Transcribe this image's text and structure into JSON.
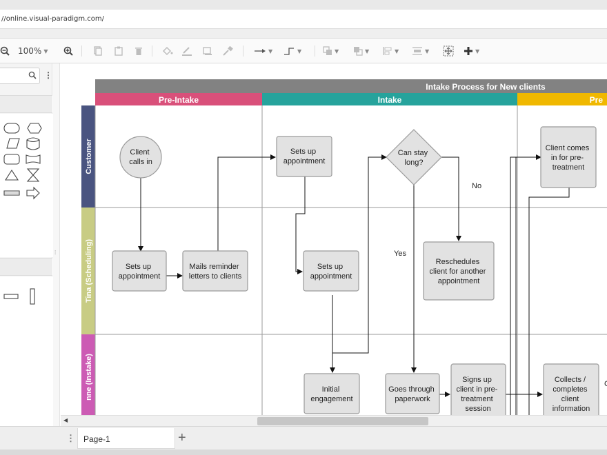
{
  "browser": {
    "url": "//online.visual-paradigm.com/"
  },
  "toolbar": {
    "zoom": "100%"
  },
  "page_tabs": [
    {
      "label": "Page-1"
    }
  ],
  "diagram": {
    "title": "Intake Process for New clients",
    "phases": [
      {
        "label": "Pre-Intake",
        "color": "#d9507a"
      },
      {
        "label": "Intake",
        "color": "#26a39c"
      },
      {
        "label": "Pre",
        "color": "#f0b800"
      }
    ],
    "lanes": [
      {
        "label": "Customer",
        "color": "#4a5480"
      },
      {
        "label": "Tina (Scheduling)",
        "color": "#c8cc84"
      },
      {
        "label": "nne (Instake)",
        "color": "#cc5bb4"
      }
    ],
    "nodes": {
      "client_calls_in": [
        "Client",
        "calls in"
      ],
      "sets_up_appt_1": [
        "Sets up",
        "appointment"
      ],
      "mails_reminder": [
        "Mails reminder",
        "letters to clients"
      ],
      "sets_up_appt_2": [
        "Sets up",
        "appointment"
      ],
      "can_stay_long": [
        "Can stay",
        "long?"
      ],
      "sets_up_appt_3": [
        "Sets up",
        "appointment"
      ],
      "reschedules": [
        "Reschedules",
        "client for another",
        "appointment"
      ],
      "initial_engagement": [
        "Initial",
        "engagement"
      ],
      "goes_through": [
        "Goes through",
        "paperwork"
      ],
      "signs_up": [
        "Signs up",
        "client in pre-",
        "treatment",
        "session"
      ],
      "client_comes": [
        "Client comes",
        "in for pre-",
        "treatment"
      ],
      "collects": [
        "Collects /",
        "completes",
        "client",
        "information"
      ]
    },
    "edge_labels": {
      "no": "No",
      "yes": "Yes",
      "cut": "C"
    }
  }
}
